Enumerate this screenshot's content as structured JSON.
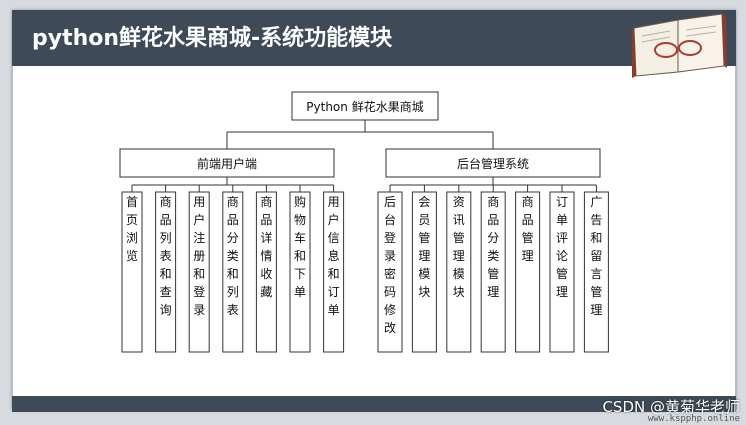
{
  "title": "python鲜花水果商城-系统功能模块",
  "root": "Python 鲜花水果商城",
  "groups": [
    {
      "label": "前端用户端",
      "modules": [
        "首页浏览",
        "商品列表和查询",
        "用户注册和登录",
        "商品分类和列表",
        "商品详情收藏",
        "购物车和下单",
        "用户信息和订单"
      ]
    },
    {
      "label": "后台管理系统",
      "modules": [
        "后台登录密码修改",
        "会员管理模块",
        "资讯管理模块",
        "商品分类管理",
        "商品管理",
        "订单评论管理",
        "广告和留言管理"
      ]
    }
  ],
  "watermark": "CSDN @黄菊华老师",
  "watermark_url": "www.kspphp.online",
  "colors": {
    "title_bar": "#3e4a57",
    "box_border": "#333333",
    "title_text": "#ffffff"
  },
  "icons": [
    "open-book-with-glasses-icon"
  ]
}
